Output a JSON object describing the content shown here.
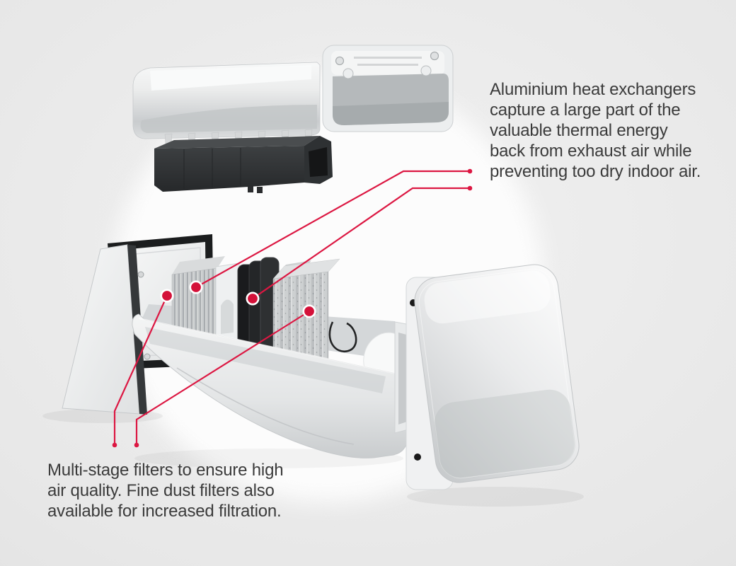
{
  "callouts": {
    "heat_exchangers": {
      "lines": [
        "Aluminium heat exchangers",
        "capture a large part of the",
        "valuable thermal energy",
        "back from exhaust air while",
        "preventing too dry indoor air."
      ]
    },
    "filters": {
      "lines": [
        "Multi-stage filters to ensure high",
        "air quality. Fine dust filters also",
        "available for increased filtration."
      ]
    }
  },
  "colors": {
    "callout_red": "#dc1742",
    "marker_red": "#d41139",
    "text_color": "#3b3b3b",
    "background": "#e7e7e7"
  }
}
